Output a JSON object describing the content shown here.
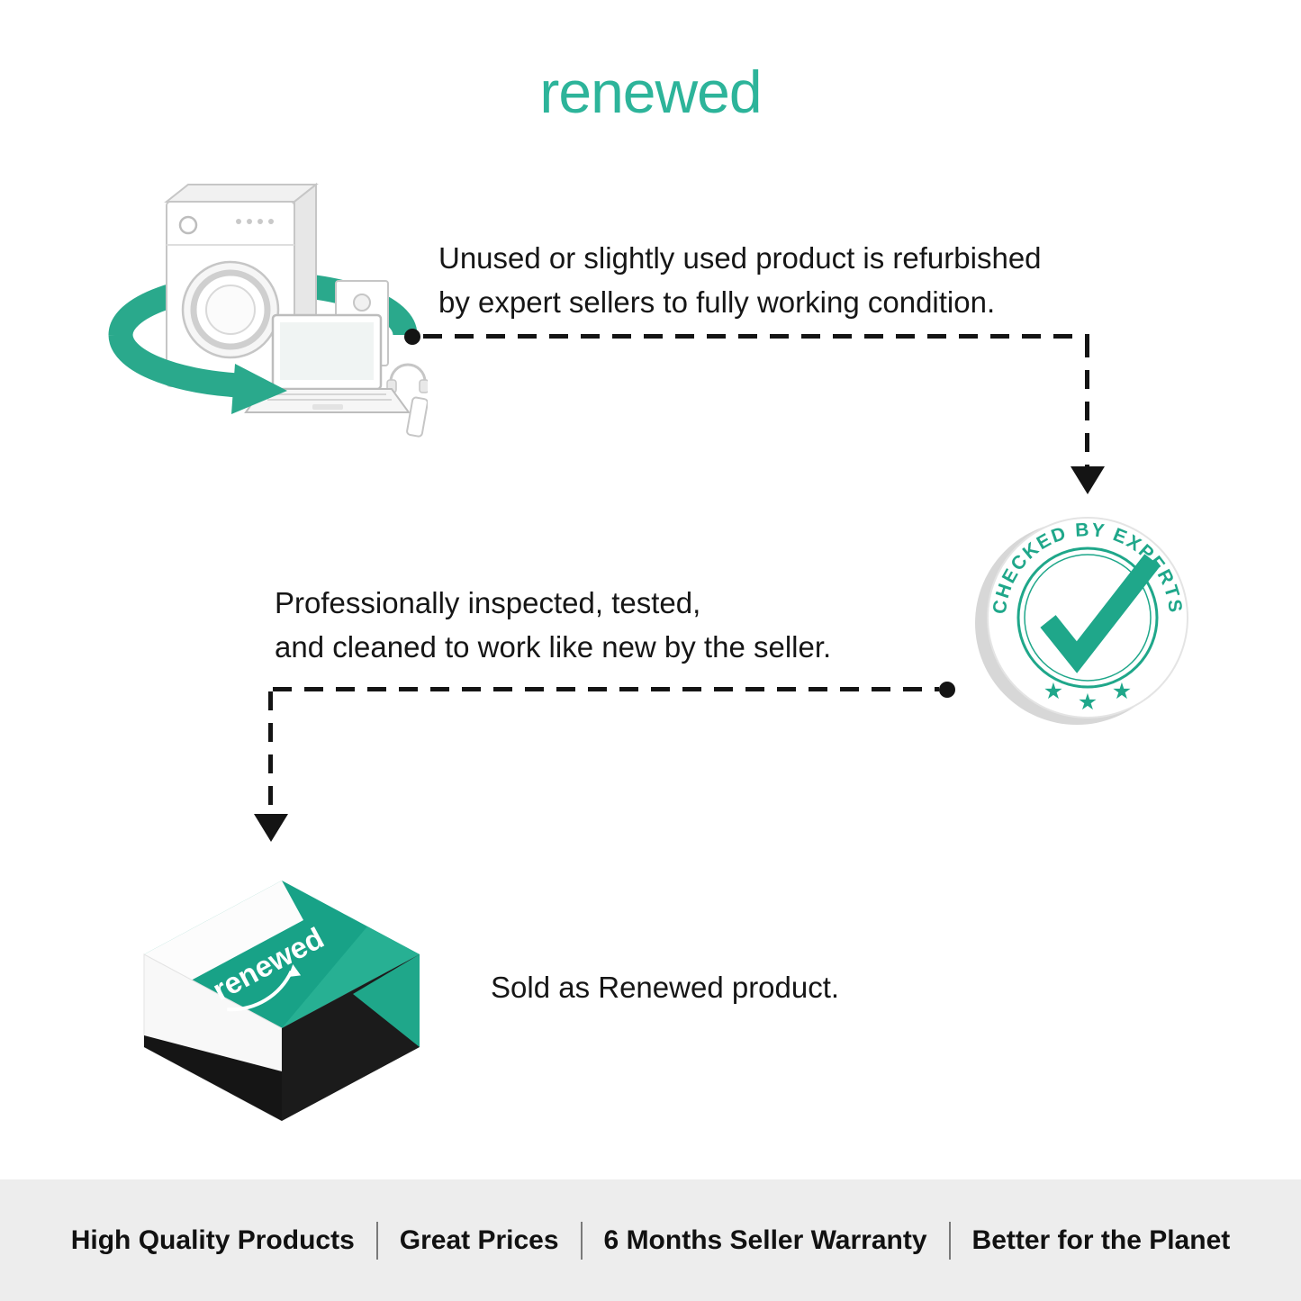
{
  "title": "renewed",
  "colors": {
    "teal": "#1fa78a",
    "title_teal": "#2db49a",
    "text": "#161616",
    "footer_bg": "#ededed",
    "connector": "#141414"
  },
  "steps": [
    {
      "lines": [
        "Unused or slightly used product is refurbished",
        "by expert sellers to fully working condition."
      ]
    },
    {
      "lines": [
        "Professionally inspected, tested,",
        "and cleaned to work like new by the seller."
      ]
    },
    {
      "lines": [
        "Sold as Renewed product."
      ]
    }
  ],
  "badge": {
    "label": "CHECKED BY EXPERTS",
    "star_glyph": "★"
  },
  "box": {
    "label": "renewed"
  },
  "footer": {
    "items": [
      "High Quality Products",
      "Great Prices",
      "6 Months Seller Warranty",
      "Better for the Planet"
    ]
  },
  "icons": {
    "appliances": "refurbished-electronics-illustration",
    "recycle_arrow": "recycle-arrow",
    "badge": "checked-by-experts-stamp",
    "check": "check-icon",
    "box": "renewed-box-illustration"
  }
}
